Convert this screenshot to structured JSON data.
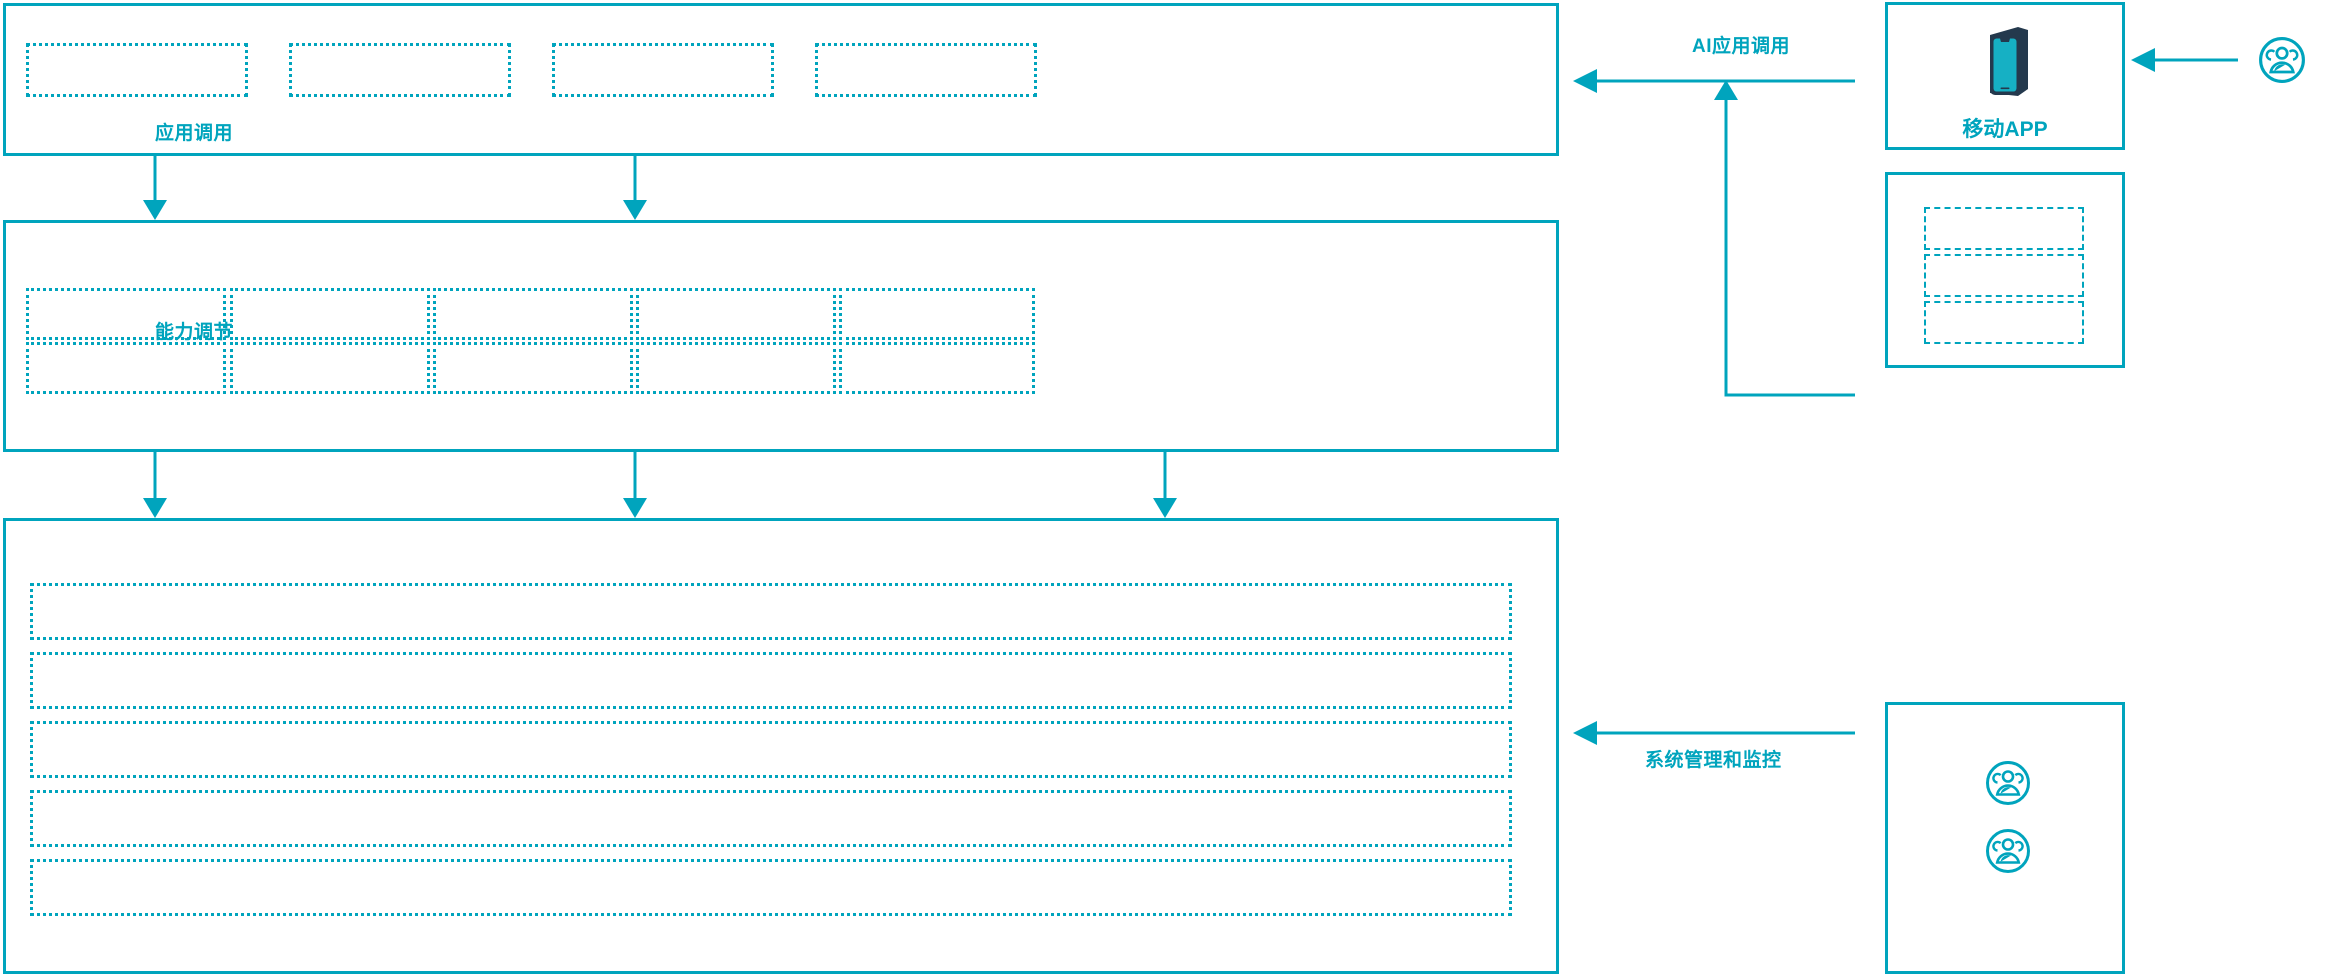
{
  "theme": {
    "accent": "#00a4bd",
    "icon_dark": "#24394d",
    "icon_fill": "#16b0c4",
    "background": "#ffffff"
  },
  "diagram": {
    "type": "layered-architecture",
    "layers": [
      {
        "id": "application-layer",
        "slot_count": 4,
        "slots": [
          "",
          "",
          "",
          ""
        ]
      },
      {
        "id": "capability-layer",
        "slot_rows": 2,
        "slot_cols": 5,
        "slots": [
          "",
          "",
          "",
          "",
          "",
          "",
          "",
          "",
          "",
          ""
        ]
      },
      {
        "id": "platform-layer",
        "slot_count": 5,
        "slots": [
          "",
          "",
          "",
          "",
          ""
        ]
      }
    ],
    "flows": [
      {
        "id": "flow-app-invoke",
        "label": "应用调用",
        "direction": "down"
      },
      {
        "id": "flow-capability-tuning",
        "label": "能力调节",
        "direction": "down"
      },
      {
        "id": "flow-ai-app-invoke",
        "label": "AI应用调用",
        "direction": "left"
      },
      {
        "id": "flow-system-admin-monitor",
        "label": "系统管理和监控",
        "direction": "left"
      }
    ],
    "side_panels": [
      {
        "id": "mobile-app-panel",
        "caption": "移动APP",
        "icon": "smartphone-icon",
        "slot_count": 0
      },
      {
        "id": "backend-services-panel",
        "caption": "",
        "icon": "",
        "slot_count": 3,
        "slots": [
          "",
          "",
          ""
        ]
      },
      {
        "id": "operations-panel",
        "caption": "",
        "icon": "user-group-icon",
        "icon_count": 2,
        "slot_count": 0
      }
    ],
    "actors": [
      {
        "id": "end-user-actor",
        "icon": "user-group-icon",
        "label": ""
      }
    ]
  }
}
